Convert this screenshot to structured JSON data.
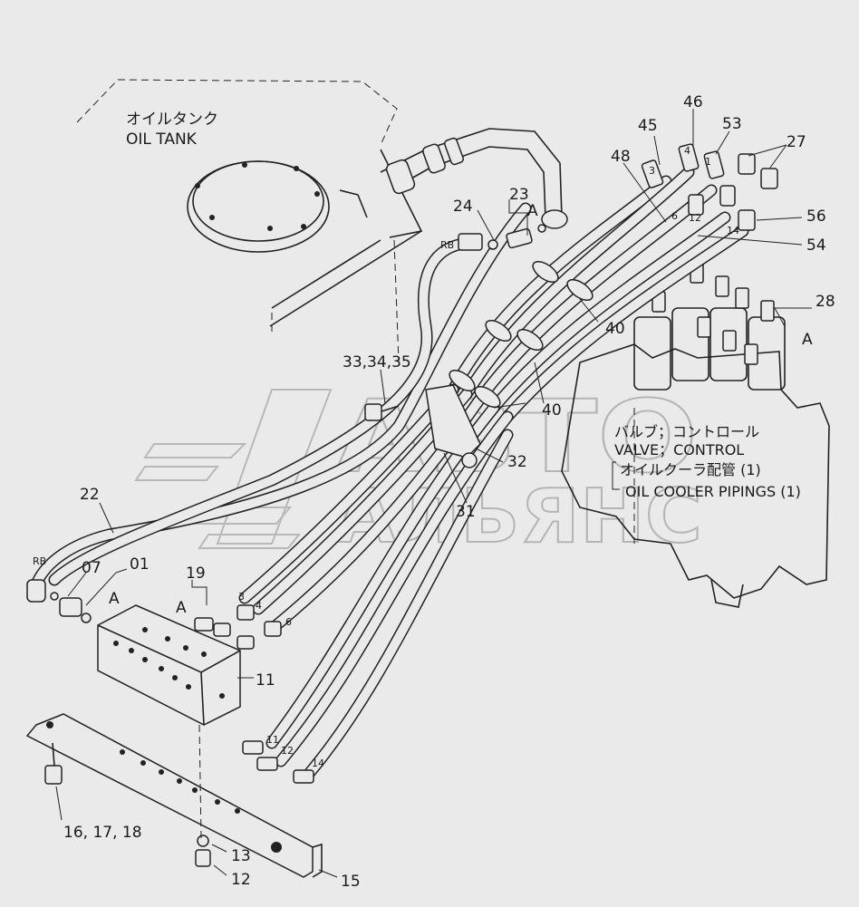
{
  "diagram": {
    "oil_tank": {
      "label_jp": "オイルタンク",
      "label_en": "OIL TANK"
    },
    "control_valve": {
      "label_jp": "バルブ；コントロール",
      "label_en": "VALVE；CONTROL",
      "sub_jp": "オイルクーラ配管 (1)",
      "sub_en": "OIL COOLER PIPINGS (1)"
    },
    "watermark": {
      "line1": "АВТО",
      "line2": "АЛЬЯНС"
    },
    "callouts": {
      "c46": "46",
      "c45": "45",
      "c53": "53",
      "c27": "27",
      "c48": "48",
      "c23": "23",
      "c24": "24",
      "cA_top": "A",
      "cRB_top": "RB",
      "c56": "56",
      "c54": "54",
      "c28": "28",
      "cA_right": "A",
      "c40a": "40",
      "c40b": "40",
      "c33": "33,34,35",
      "c32": "32",
      "c31": "31",
      "c22": "22",
      "cRB_left": "RB",
      "c07": "07",
      "c01": "01",
      "cA_left": "A",
      "c19": "19",
      "cA_mid": "A",
      "c11": "11",
      "c16": "16, 17, 18",
      "c13": "13",
      "c12": "12",
      "c15": "15"
    },
    "hose_tags": {
      "t3a": "3",
      "t4a": "4",
      "t1a": "1",
      "t6a": "6",
      "t12a": "12",
      "t14a": "14",
      "t3b": "3",
      "t4b": "4",
      "t6b": "6",
      "t11b": "11",
      "t12b": "12",
      "t14b": "14"
    }
  }
}
